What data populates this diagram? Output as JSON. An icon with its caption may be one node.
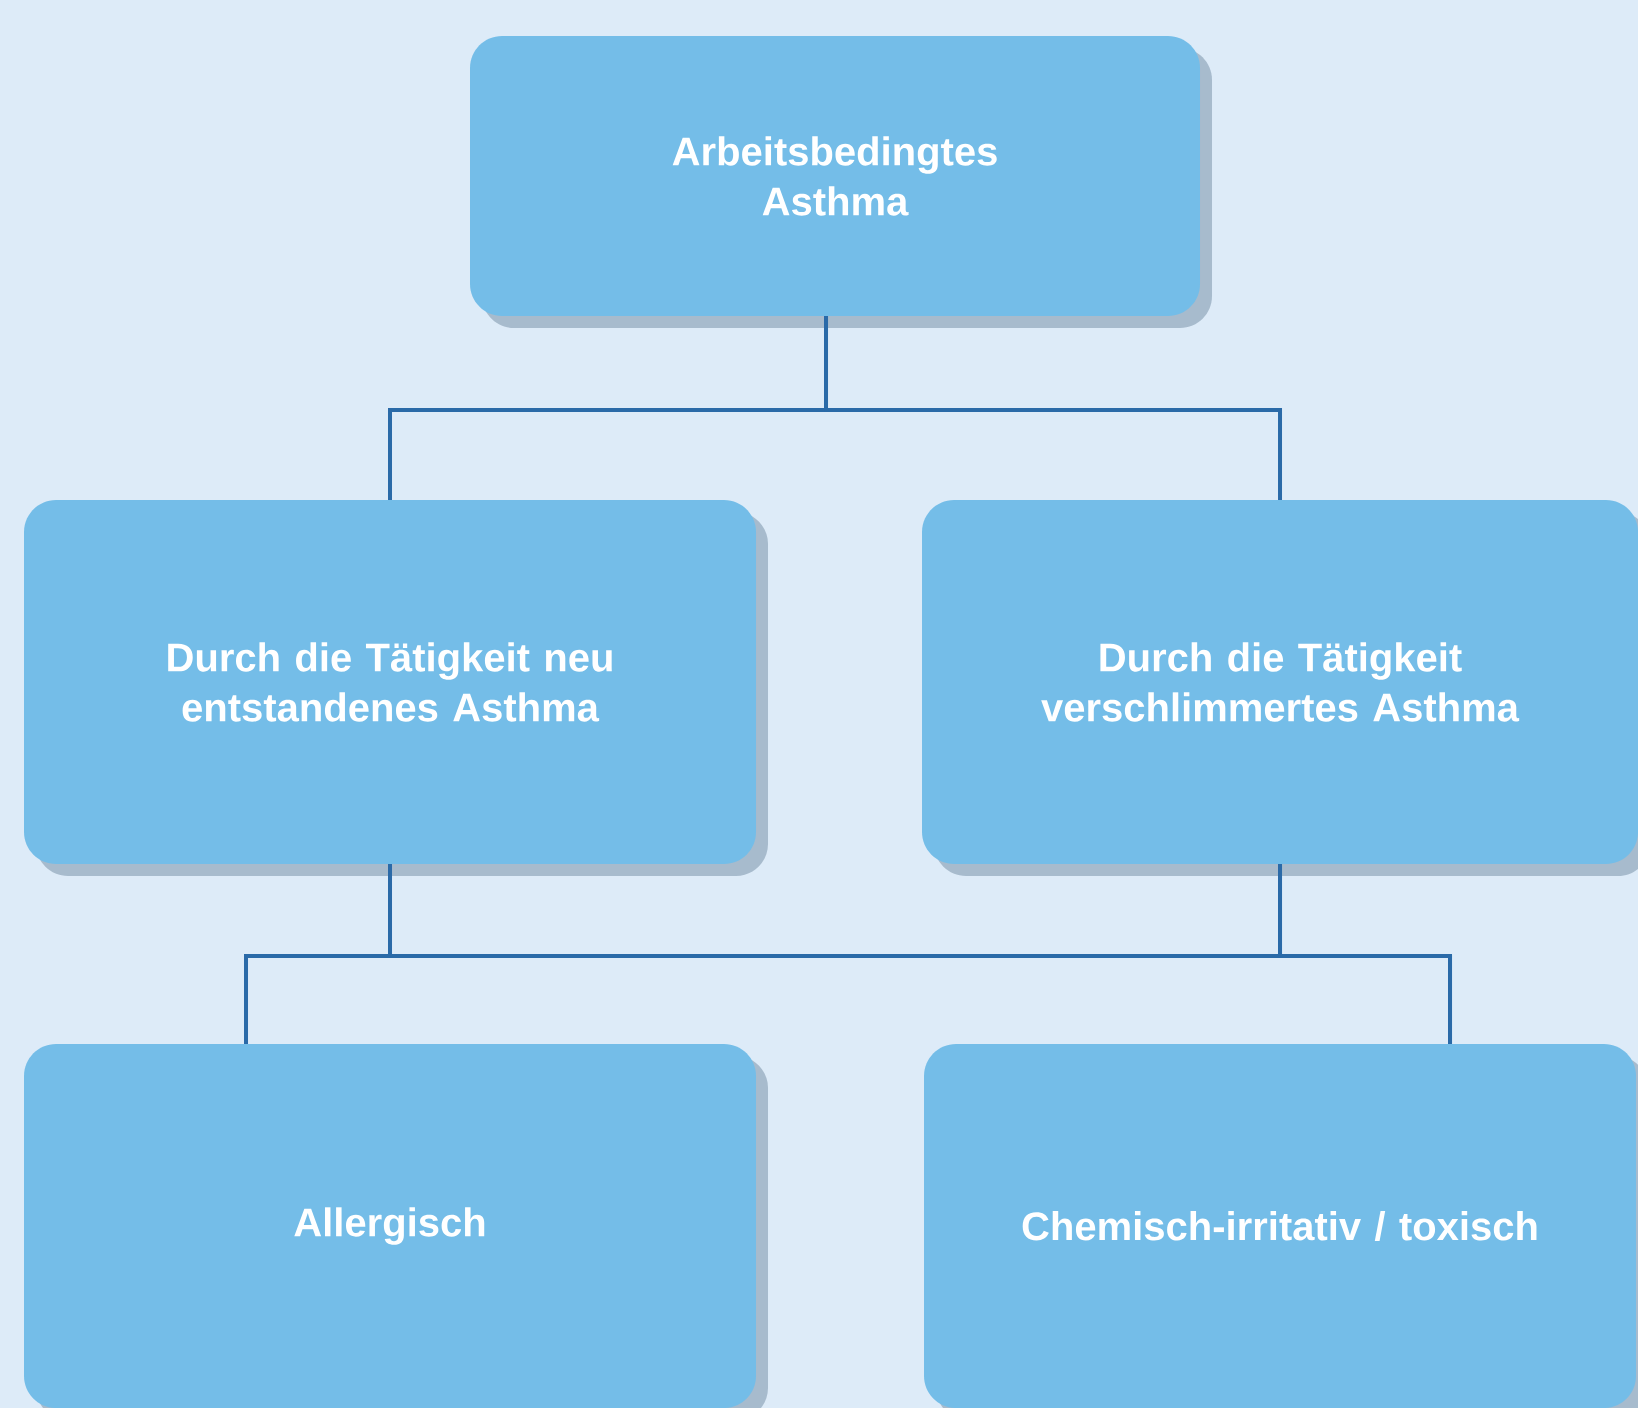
{
  "diagram": {
    "nodes": [
      {
        "text": [
          "Arbeitsbedingtes Asthma"
        ]
      },
      {
        "text": [
          "Durch die Tätigkeit neu entstandenes Asthma"
        ]
      },
      {
        "text": [
          "Durch die Tätigkeit verschlimmertes Asthma"
        ]
      },
      {
        "text": [
          "Allergisch"
        ]
      },
      {
        "text": [
          "Chemisch-irritativ / toxisch"
        ]
      }
    ],
    "edges": [
      {
        "from": 0,
        "to": 1,
        "arrow": "none"
      },
      {
        "from": 0,
        "to": 2,
        "arrow": "none"
      },
      {
        "from": 1,
        "to": 3,
        "arrow": "none"
      },
      {
        "from": 1,
        "to": 4,
        "arrow": "none"
      },
      {
        "from": 2,
        "to": 3,
        "arrow": "none"
      },
      {
        "from": 2,
        "to": 4,
        "arrow": "none"
      }
    ]
  }
}
